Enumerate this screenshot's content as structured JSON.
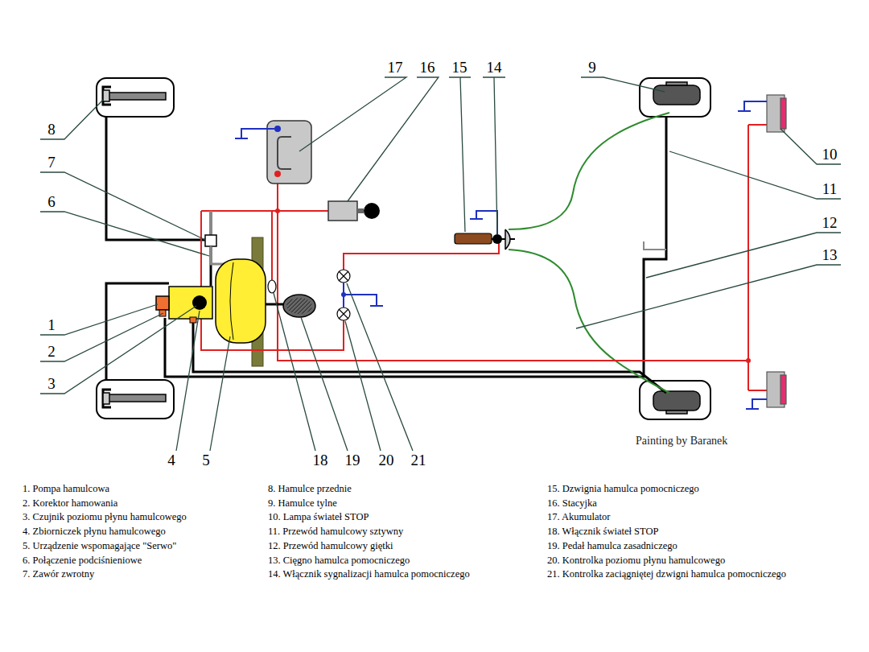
{
  "diagram": {
    "labels": [
      "17",
      "16",
      "15",
      "14",
      "9",
      "8",
      "7",
      "6",
      "10",
      "11",
      "12",
      "13",
      "1",
      "2",
      "3",
      "4",
      "5",
      "18",
      "19",
      "20",
      "21",
      "Painting by Baranek",
      "1. Pompa hamulcowa",
      "2. Korektor hamowania",
      "3. Czujnik poziomu płynu hamulcowego",
      "4. Zbiorniczek płynu hamulcowego",
      "5. Urządzenie wspomagające \"Serwo\"",
      "6. Połączenie podciśnieniowe",
      "7. Zawór zwrotny",
      "8. Hamulce przednie",
      "9. Hamulce tylne",
      "10. Lampa świateł STOP",
      "11. Przewód hamulcowy sztywny",
      "12. Przewód hamulcowy giętki",
      "13. Cięgno hamulca pomocniczego",
      "14. Włącznik sygnalizacji hamulca pomocniczego",
      "15. Dzwignia hamulca pomocniczego",
      "16. Stacyjka",
      "17. Akumulator",
      "18. Włącznik świateł STOP",
      "19. Pedał hamulca zasadniczego",
      "20. Kontrolka poziomu płynu hamulcowego",
      "21. Kontrolka zaciągniętej dzwigni hamulca pomocniczego"
    ]
  }
}
